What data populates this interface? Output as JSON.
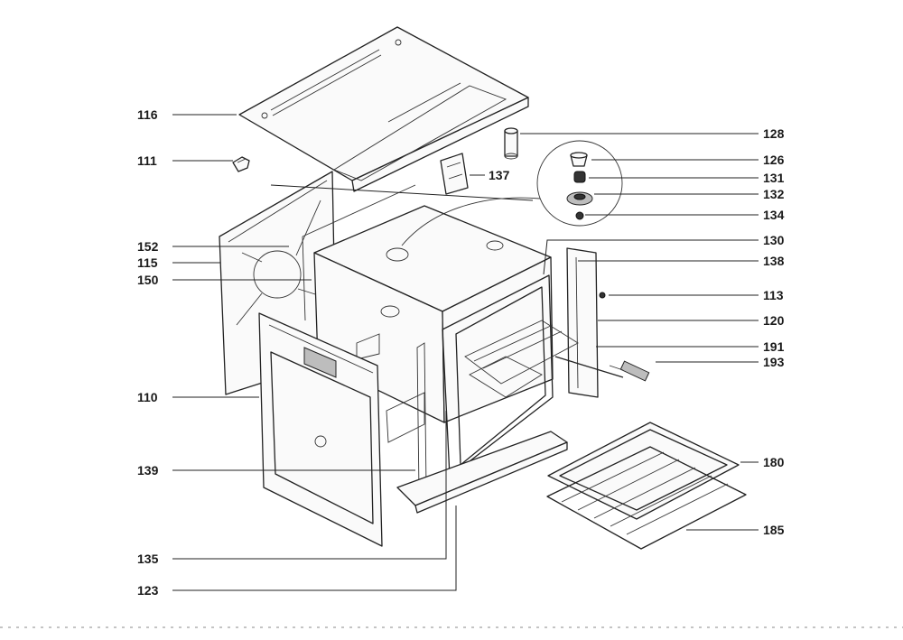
{
  "diagram": {
    "labels": [
      {
        "id": "116",
        "text": "116"
      },
      {
        "id": "111",
        "text": "111"
      },
      {
        "id": "137",
        "text": "137"
      },
      {
        "id": "128",
        "text": "128"
      },
      {
        "id": "126",
        "text": "126"
      },
      {
        "id": "131",
        "text": "131"
      },
      {
        "id": "132",
        "text": "132"
      },
      {
        "id": "134",
        "text": "134"
      },
      {
        "id": "152",
        "text": "152"
      },
      {
        "id": "115",
        "text": "115"
      },
      {
        "id": "150",
        "text": "150"
      },
      {
        "id": "130",
        "text": "130"
      },
      {
        "id": "138",
        "text": "138"
      },
      {
        "id": "113",
        "text": "113"
      },
      {
        "id": "120",
        "text": "120"
      },
      {
        "id": "191",
        "text": "191"
      },
      {
        "id": "193",
        "text": "193"
      },
      {
        "id": "110",
        "text": "110"
      },
      {
        "id": "180",
        "text": "180"
      },
      {
        "id": "139",
        "text": "139"
      },
      {
        "id": "185",
        "text": "185"
      },
      {
        "id": "135",
        "text": "135"
      },
      {
        "id": "123",
        "text": "123"
      }
    ]
  }
}
